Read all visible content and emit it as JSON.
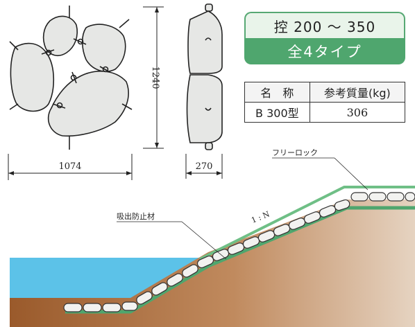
{
  "badge": {
    "control": "控 200 ～ 350",
    "types": "全4タイプ"
  },
  "spec_table": {
    "headers": [
      "名　称",
      "参考質量(kg)"
    ],
    "rows": [
      {
        "name": "B 300型",
        "mass": "306"
      }
    ]
  },
  "dimensions": {
    "width": "1074",
    "height": "1240",
    "thickness": "270"
  },
  "callouts": {
    "free_rock": "フリーロック",
    "suction_prevention": "吸出防止材"
  },
  "slope_label": "1 : N",
  "colors": {
    "accent_green": "#4fa66e",
    "water": "#5cc2e8",
    "soil": "#9c5e30",
    "block": "#e6e7e5"
  }
}
